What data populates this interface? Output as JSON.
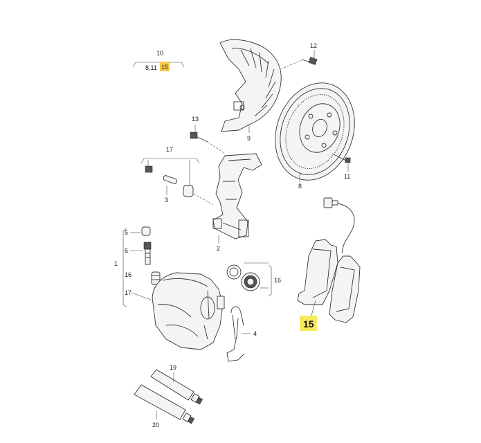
{
  "labels": {
    "top_group": "10",
    "top_sub_a": "8,11",
    "top_sub_b": "15",
    "p12": "12",
    "p9": "9",
    "p13": "13",
    "p17a": "17",
    "p3": "3",
    "p2": "2",
    "p8": "8",
    "p11": "11",
    "p5": "5",
    "p6": "6",
    "p1": "1",
    "p16a": "16",
    "p17b": "17",
    "p16b": "16",
    "p4": "4",
    "p15_big": "15",
    "p19": "19",
    "p20": "20"
  },
  "colors": {
    "highlight": "#f7c84a",
    "highlight_big": "#f6e95a",
    "line": "#333333"
  }
}
